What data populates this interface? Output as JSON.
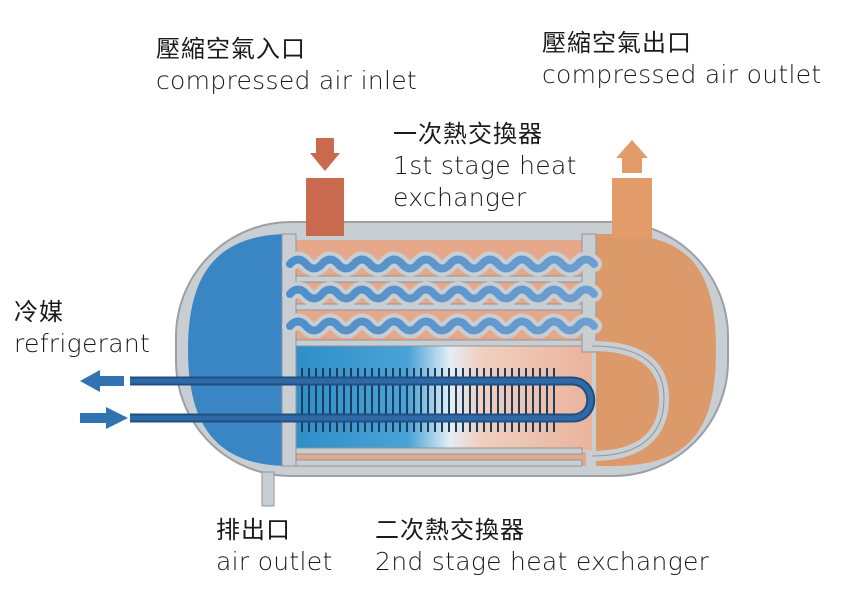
{
  "labels": {
    "air_inlet": {
      "zh": "壓縮空氣入口",
      "en": "compressed air inlet"
    },
    "air_outlet": {
      "zh": "壓縮空氣出口",
      "en": "compressed air outlet"
    },
    "stage1": {
      "zh": "一次熱交換器",
      "en1": "1st stage heat",
      "en2": "exchanger"
    },
    "refrigerant": {
      "zh": "冷媒",
      "en": "refrigerant"
    },
    "drain": {
      "zh": "排出口",
      "en": "air outlet"
    },
    "stage2": {
      "zh": "二次熱交換器",
      "en": "2nd stage heat exchanger"
    }
  },
  "colors": {
    "shell": "#c9ced3",
    "cold_chamber": "#3a86c4",
    "hot_chamber": "#dc9a6b",
    "inlet_pipe": "#c9694d",
    "outlet_pipe": "#e39b69",
    "refrigerant_arrow": "#2f73b3",
    "refrigerant_tube": "#2a5f98"
  }
}
